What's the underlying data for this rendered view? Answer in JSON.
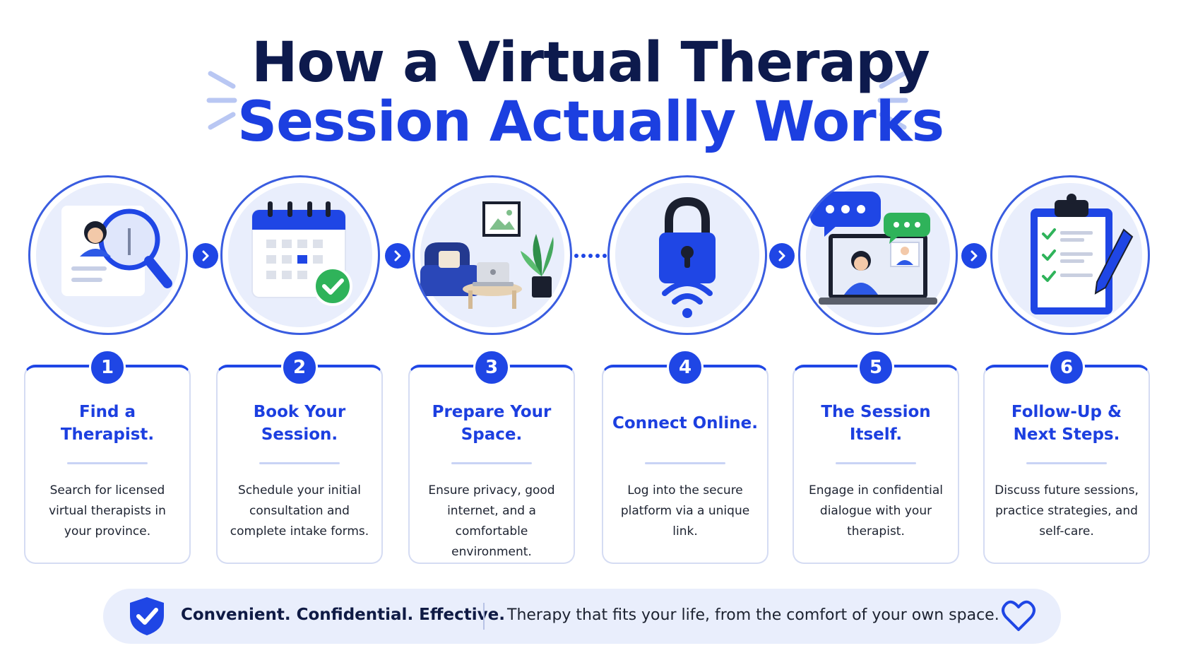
{
  "title": {
    "line1": "How a Virtual Therapy",
    "line2": "Session Actually Works"
  },
  "colors": {
    "navy": "#0d1a4d",
    "accent_blue": "#1c3fe0",
    "light_blue": "#e9eefc",
    "green_check": "#2fb35a"
  },
  "steps": [
    {
      "number": "1",
      "icon": "magnifying-glass-profile-icon",
      "title": "Find a Therapist.",
      "description": "Search for licensed virtual therapists in your province."
    },
    {
      "number": "2",
      "icon": "calendar-check-icon",
      "title": "Book Your Session.",
      "description": "Schedule your initial consultation and complete intake forms."
    },
    {
      "number": "3",
      "icon": "room-with-laptop-icon",
      "title": "Prepare Your Space.",
      "description": "Ensure privacy, good internet, and a comfortable environment."
    },
    {
      "number": "4",
      "icon": "lock-wifi-icon",
      "title": "Connect Online.",
      "description": "Log into the secure platform via a unique link."
    },
    {
      "number": "5",
      "icon": "video-call-laptop-icon",
      "title": "The Session Itself.",
      "description": "Engage in confidential dialogue with your therapist."
    },
    {
      "number": "6",
      "icon": "clipboard-checklist-icon",
      "title": "Follow-Up & Next Steps.",
      "description": "Discuss future sessions, practice strategies, and self-care."
    }
  ],
  "banner": {
    "icon": "shield-check-icon",
    "tagline": "Convenient. Confidential. Effective.",
    "message": "Therapy that fits your life, from the comfort of your own space.",
    "end_icon": "heart-icon"
  }
}
